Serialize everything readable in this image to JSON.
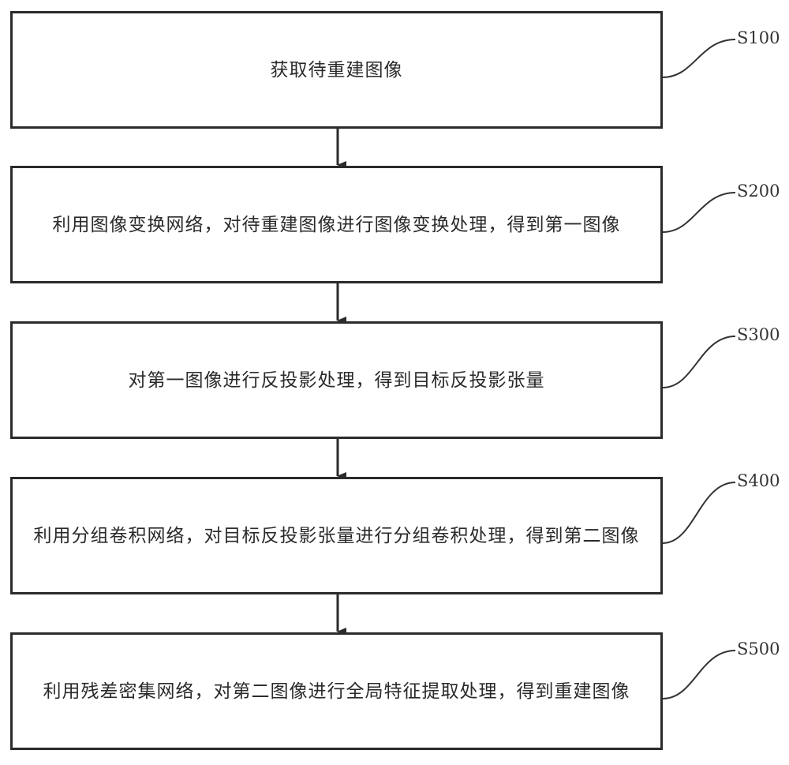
{
  "diagram": {
    "type": "flowchart",
    "steps": [
      {
        "id": "S100",
        "text": "获取待重建图像"
      },
      {
        "id": "S200",
        "text": "利用图像变换网络，对待重建图像进行图像变换处理，得到第一图像"
      },
      {
        "id": "S300",
        "text": "对第一图像进行反投影处理，得到目标反投影张量"
      },
      {
        "id": "S400",
        "text": "利用分组卷积网络，对目标反投影张量进行分组卷积处理，得到第二图像"
      },
      {
        "id": "S500",
        "text": "利用残差密集网络，对第二图像进行全局特征提取处理，得到重建图像"
      }
    ],
    "edges": [
      {
        "from": "S100",
        "to": "S200"
      },
      {
        "from": "S200",
        "to": "S300"
      },
      {
        "from": "S300",
        "to": "S400"
      },
      {
        "from": "S400",
        "to": "S500"
      }
    ]
  }
}
